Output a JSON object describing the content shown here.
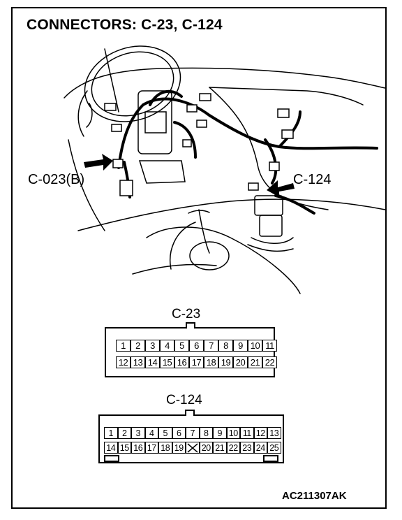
{
  "title": "CONNECTORS: C-23, C-124",
  "callouts": {
    "left": "C-023(B)",
    "right": "C-124"
  },
  "connectors": {
    "c23": {
      "label": "C-23",
      "top_row": [
        "1",
        "2",
        "3",
        "4",
        "5",
        "6",
        "7",
        "8",
        "9",
        "10",
        "11"
      ],
      "bottom_row": [
        "12",
        "13",
        "14",
        "15",
        "16",
        "17",
        "18",
        "19",
        "20",
        "21",
        "22"
      ]
    },
    "c124": {
      "label": "C-124",
      "top_row": [
        "1",
        "2",
        "3",
        "4",
        "5",
        "6",
        "7",
        "8",
        "9",
        "10",
        "11",
        "12",
        "13"
      ],
      "bottom_row": [
        "14",
        "15",
        "16",
        "17",
        "18",
        "19",
        "",
        "20",
        "21",
        "22",
        "23",
        "24",
        "25"
      ]
    }
  },
  "footer_code": "AC211307AK",
  "icons": {
    "pointer_left": "arrow-right-icon",
    "pointer_right": "arrow-left-icon",
    "empty_cavity": "x-mark-icon"
  }
}
